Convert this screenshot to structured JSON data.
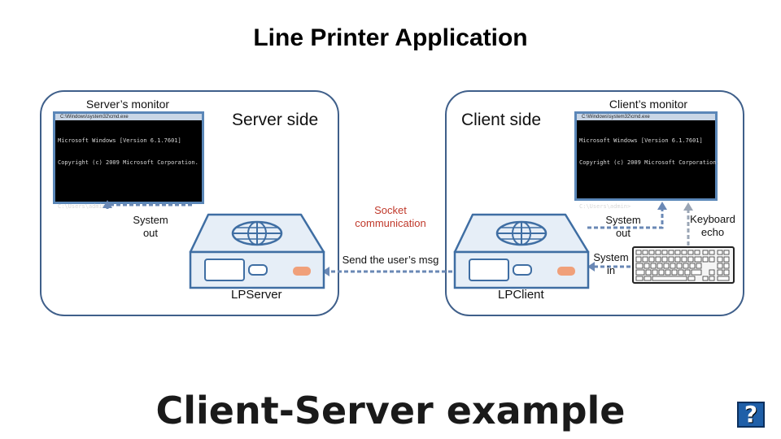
{
  "title": "Line Printer Application",
  "footer": "Client-Server example",
  "help_glyph": "?",
  "colors": {
    "panel_border": "#3f5f8a",
    "arrow": "#6a88b5",
    "server_face": "#e6eef7",
    "server_stroke": "#3f6ea3",
    "led": "#f0a07a"
  },
  "server": {
    "monitor_label": "Server’s monitor",
    "side_label": "Server side",
    "system_out": [
      "System",
      "out"
    ],
    "machine_label": "LPServer"
  },
  "client": {
    "monitor_label": "Client’s monitor",
    "side_label": "Client side",
    "system_out": [
      "System",
      "out"
    ],
    "system_in": [
      "System",
      "in"
    ],
    "keyboard_echo": [
      "Keyboard",
      "echo"
    ],
    "machine_label": "LPClient"
  },
  "socket": {
    "label": [
      "Socket",
      "communication"
    ],
    "send_label": "Send the user’s msg"
  },
  "terminal": {
    "window_title": "C:\\Windows\\system32\\cmd.exe",
    "lines": [
      "Microsoft Windows [Version 6.1.7601]",
      "Copyright (c) 2009 Microsoft Corporation.",
      "",
      "C:\\Users\\admin>"
    ]
  },
  "icons": {
    "server_machine": "server-icon",
    "globe": "globe-icon",
    "keyboard": "keyboard-icon",
    "monitor": "terminal-window-icon",
    "help": "question-mark-icon"
  }
}
